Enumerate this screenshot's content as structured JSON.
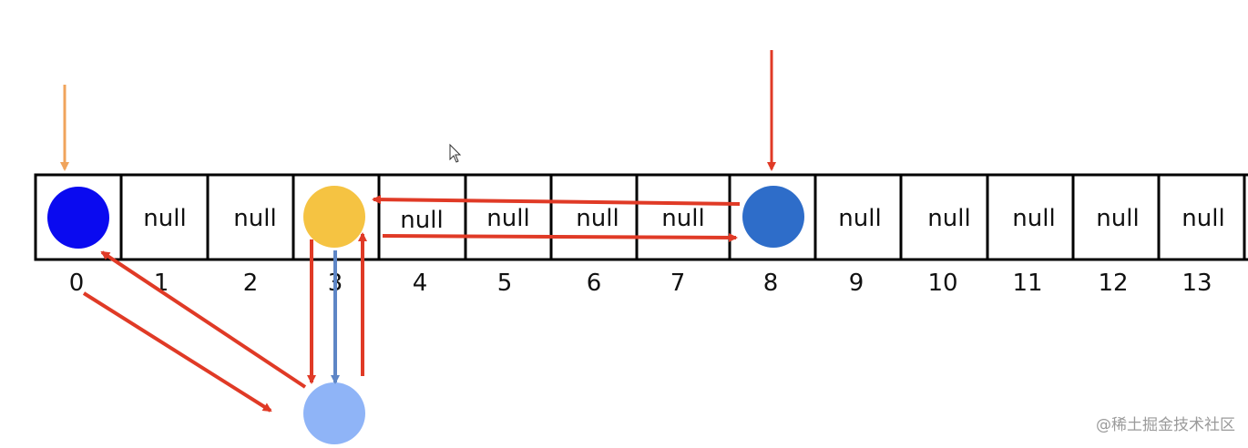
{
  "array": {
    "cells": [
      "",
      "null",
      "null",
      "",
      "null",
      "null",
      "null",
      "null",
      "",
      "null",
      "null",
      "null",
      "null",
      "null"
    ],
    "indices": [
      "0",
      "1",
      "2",
      "3",
      "4",
      "5",
      "6",
      "7",
      "8",
      "9",
      "10",
      "11",
      "12",
      "13"
    ]
  },
  "nodes": [
    {
      "id": "node-cell-0",
      "color": "#0a0af0"
    },
    {
      "id": "node-cell-3",
      "color": "#f5c342"
    },
    {
      "id": "node-cell-8",
      "color": "#2e6dc9"
    },
    {
      "id": "node-below-3",
      "color": "#8fb4f7"
    }
  ],
  "colors": {
    "red_arrow": "#e03a26",
    "orange_arrow": "#f0a45c",
    "blue_arrow": "#5e86c6",
    "grid": "#000000"
  },
  "watermark": "@稀土掘金技术社区"
}
